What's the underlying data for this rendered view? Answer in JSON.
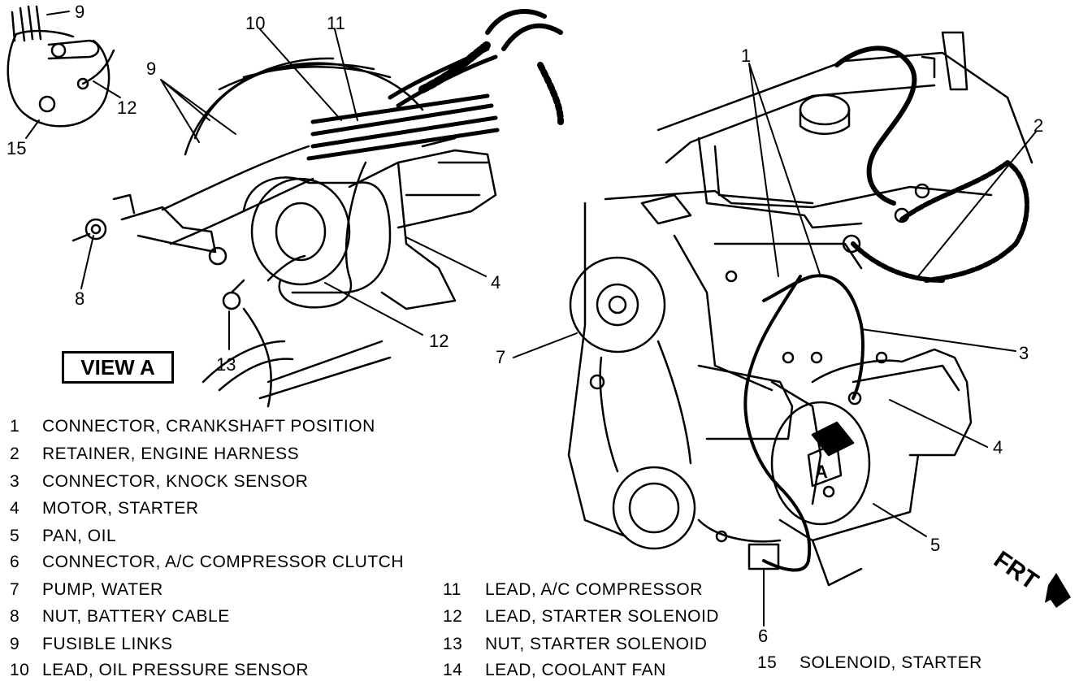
{
  "view_label": "VIEW A",
  "direction_label": "FRT",
  "inset_letter": "A",
  "callouts": {
    "c9_inset": "9",
    "c12_inset": "12",
    "c15_inset": "15",
    "c10": "10",
    "c11": "11",
    "c9": "9",
    "c4_left": "4",
    "c8": "8",
    "c12": "12",
    "c13": "13",
    "c1": "1",
    "c2": "2",
    "c3": "3",
    "c4_right": "4",
    "c5": "5",
    "c6": "6",
    "c7": "7"
  },
  "legend": [
    {
      "num": "1",
      "text": "CONNECTOR, CRANKSHAFT POSITION"
    },
    {
      "num": "2",
      "text": "RETAINER, ENGINE HARNESS"
    },
    {
      "num": "3",
      "text": "CONNECTOR, KNOCK SENSOR"
    },
    {
      "num": "4",
      "text": "MOTOR, STARTER"
    },
    {
      "num": "5",
      "text": "PAN, OIL"
    },
    {
      "num": "6",
      "text": "CONNECTOR, A/C COMPRESSOR CLUTCH"
    },
    {
      "num": "7",
      "text": "PUMP, WATER"
    },
    {
      "num": "8",
      "text": "NUT, BATTERY CABLE"
    },
    {
      "num": "9",
      "text": "FUSIBLE LINKS"
    },
    {
      "num": "10",
      "text": "LEAD, OIL PRESSURE SENSOR"
    },
    {
      "num": "11",
      "text": "LEAD, A/C COMPRESSOR"
    },
    {
      "num": "12",
      "text": "LEAD, STARTER SOLENOID"
    },
    {
      "num": "13",
      "text": "NUT, STARTER SOLENOID"
    },
    {
      "num": "14",
      "text": "LEAD, COOLANT FAN"
    },
    {
      "num": "15",
      "text": "SOLENOID, STARTER"
    }
  ]
}
